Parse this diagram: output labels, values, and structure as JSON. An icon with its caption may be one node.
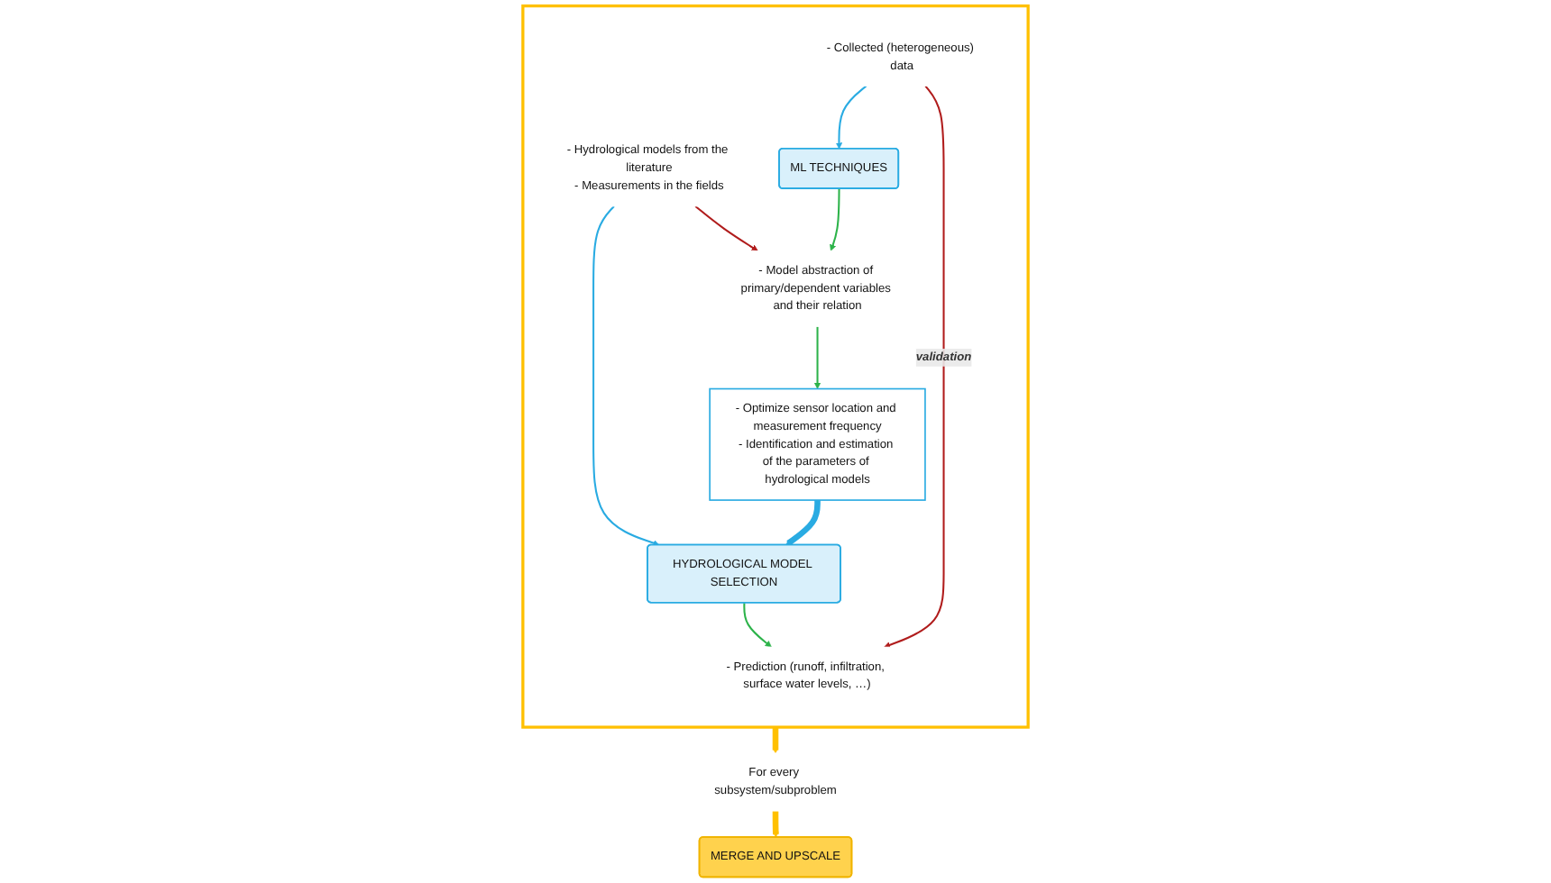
{
  "diagram": {
    "nodes": [
      {
        "text": [],
        "shape": "box"
      },
      {
        "text": [
          "- Hydrological models from the literature",
          "- Measurements in the fields"
        ],
        "in": 0
      },
      {
        "text": [
          "HYDROLOGICAL MODEL SELECTION"
        ],
        "in": 0
      },
      {
        "text": [
          "- Prediction (runoff, infiltration, surface water levels, …)"
        ],
        "in": 0
      },
      {
        "text": [
          "- Collected (heterogeneous) data"
        ],
        "in": 0
      },
      {
        "text": [
          "ML TECHNIQUES"
        ],
        "in": 0
      },
      {
        "text": [
          "- Model abstraction of primary/dependent variables and their relation"
        ],
        "in": 0
      },
      {
        "text": [
          "- Optimize sensor location and measurement frequency",
          "- Identification and estimation of the parameters of hydrological models"
        ],
        "in": 0
      },
      {
        "text": [
          "For every subsystem/subproblem"
        ]
      },
      {
        "text": [
          "MERGE AND UPSCALE"
        ]
      }
    ],
    "edges": [
      {
        "from": 1,
        "to": 2,
        "arrow": "to",
        "color": "#29abe2"
      },
      {
        "from": 2,
        "to": 3,
        "arrow": "to",
        "color": "#2db34a"
      },
      {
        "from": 4,
        "to": 5,
        "arrow": "to",
        "color": "#29abe2"
      },
      {
        "from": 5,
        "to": 6,
        "arrow": "to",
        "color": "#2db34a"
      },
      {
        "from": 6,
        "to": 7,
        "arrow": "to",
        "color": "#2db34a"
      },
      {
        "from": 7,
        "to": 2,
        "arrow": "to",
        "style": "thick",
        "color": "#29abe2"
      },
      {
        "from": 1,
        "to": 6,
        "arrow": "to",
        "color": "#b01c1c"
      },
      {
        "from": 4,
        "to": 3,
        "arrow": "to",
        "label": "validation",
        "color": "#b01c1c"
      },
      {
        "from": 0,
        "to": 8,
        "arrow": "to",
        "style": "thick",
        "color": "#ffc000"
      },
      {
        "from": 8,
        "to": 9,
        "arrow": "to",
        "style": "thick",
        "color": "#ffc000"
      }
    ]
  }
}
